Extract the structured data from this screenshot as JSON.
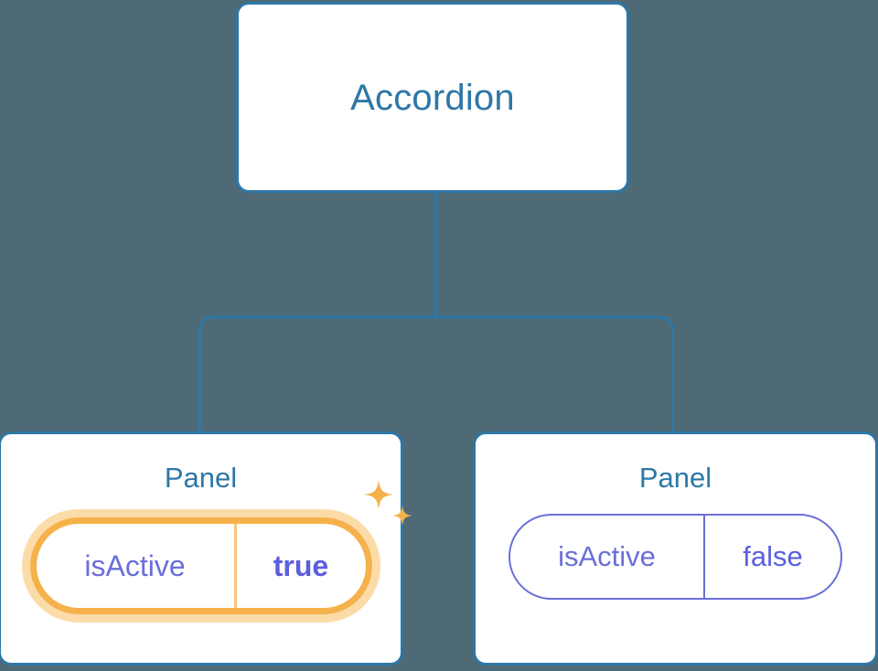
{
  "diagram": {
    "type": "component-tree",
    "background_color": "#4d6a76",
    "edge_color": "#2e77a6",
    "highlight_color": "#f5b14a",
    "highlight_glow_color": "#fbdca9",
    "node_border_color": "#2e77a6",
    "node_title_color": "#2e77a6",
    "prop_text_color": "#6b6fd8",
    "root": {
      "title": "Accordion"
    },
    "children": [
      {
        "title": "Panel",
        "highlighted": true,
        "prop": {
          "key": "isActive",
          "value": "true"
        },
        "sparkle_icons": [
          "sparkle-large-icon",
          "sparkle-small-icon"
        ]
      },
      {
        "title": "Panel",
        "highlighted": false,
        "prop": {
          "key": "isActive",
          "value": "false"
        }
      }
    ]
  }
}
